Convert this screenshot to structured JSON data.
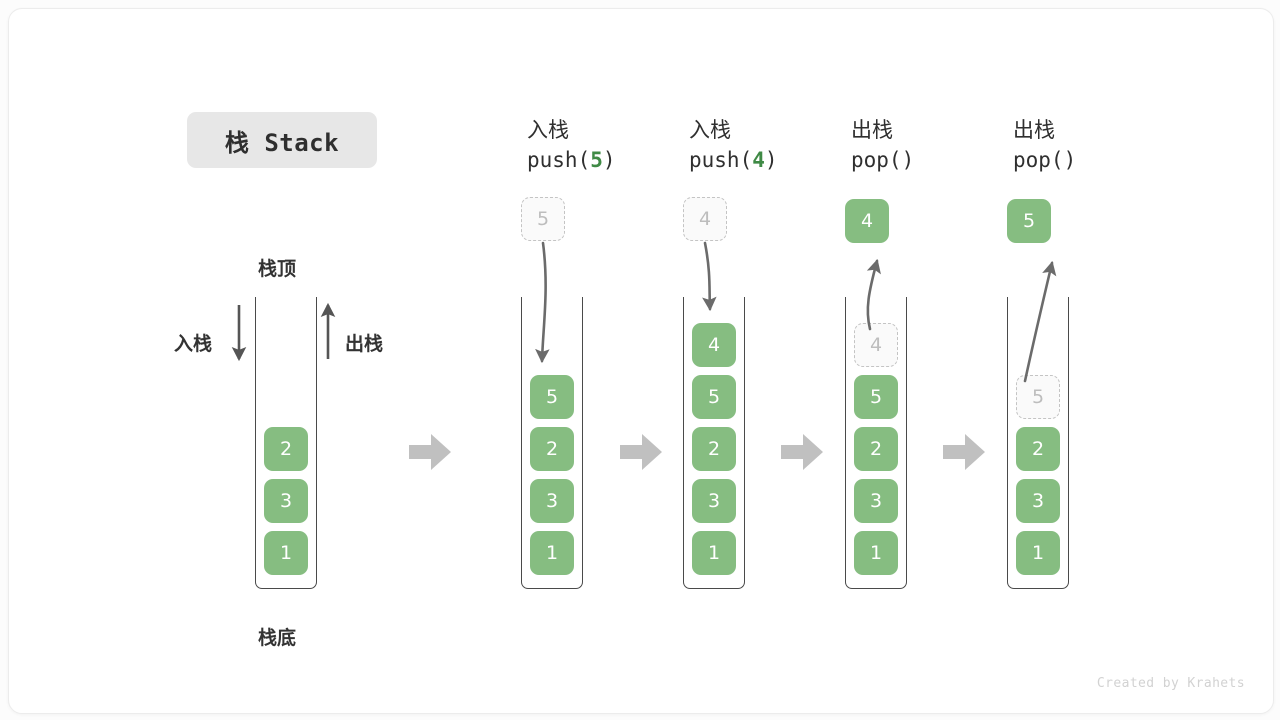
{
  "title": {
    "text": "栈 Stack",
    "badge_color": "#e7e7e7"
  },
  "colors": {
    "element_green": "#86bd81",
    "ghost_border": "#c4c4c4",
    "ghost_text": "#bdbdbd",
    "tube_border": "#4a4a4a",
    "arrow_gray": "#c0c0c0",
    "curve_gray": "#666666",
    "accent_number_green": "#3f8a45"
  },
  "labels": {
    "stack_top": "栈顶",
    "stack_bottom": "栈底",
    "push_side": "入栈",
    "pop_side": "出栈"
  },
  "icons": {
    "push_down_arrow": "arrow-down-icon",
    "pop_up_arrow": "arrow-up-icon",
    "transition": "block-arrow-right-icon"
  },
  "columns": [
    {
      "id": "initial",
      "header_cn": "",
      "header_code": "",
      "header_code_pre": "",
      "header_code_num": "",
      "header_code_post": "",
      "floating": null,
      "stack": [
        {
          "value": "2",
          "state": "solid"
        },
        {
          "value": "3",
          "state": "solid"
        },
        {
          "value": "1",
          "state": "solid"
        }
      ]
    },
    {
      "id": "push-5",
      "header_cn": "入栈",
      "header_code_pre": "push(",
      "header_code_num": "5",
      "header_code_post": ")",
      "floating": {
        "value": "5",
        "state": "ghost"
      },
      "stack": [
        {
          "value": "5",
          "state": "solid"
        },
        {
          "value": "2",
          "state": "solid"
        },
        {
          "value": "3",
          "state": "solid"
        },
        {
          "value": "1",
          "state": "solid"
        }
      ]
    },
    {
      "id": "push-4",
      "header_cn": "入栈",
      "header_code_pre": "push(",
      "header_code_num": "4",
      "header_code_post": ")",
      "floating": {
        "value": "4",
        "state": "ghost"
      },
      "stack": [
        {
          "value": "4",
          "state": "solid"
        },
        {
          "value": "5",
          "state": "solid"
        },
        {
          "value": "2",
          "state": "solid"
        },
        {
          "value": "3",
          "state": "solid"
        },
        {
          "value": "1",
          "state": "solid"
        }
      ]
    },
    {
      "id": "pop-4",
      "header_cn": "出栈",
      "header_code_pre": "pop(",
      "header_code_num": "",
      "header_code_post": ")",
      "floating": {
        "value": "4",
        "state": "solid"
      },
      "stack": [
        {
          "value": "4",
          "state": "ghost"
        },
        {
          "value": "5",
          "state": "solid"
        },
        {
          "value": "2",
          "state": "solid"
        },
        {
          "value": "3",
          "state": "solid"
        },
        {
          "value": "1",
          "state": "solid"
        }
      ]
    },
    {
      "id": "pop-5",
      "header_cn": "出栈",
      "header_code_pre": "pop(",
      "header_code_num": "",
      "header_code_post": ")",
      "floating": {
        "value": "5",
        "state": "solid"
      },
      "stack": [
        {
          "value": "5",
          "state": "ghost"
        },
        {
          "value": "2",
          "state": "solid"
        },
        {
          "value": "3",
          "state": "solid"
        },
        {
          "value": "1",
          "state": "solid"
        }
      ]
    }
  ],
  "footer": {
    "credit": "Created by Krahets"
  }
}
